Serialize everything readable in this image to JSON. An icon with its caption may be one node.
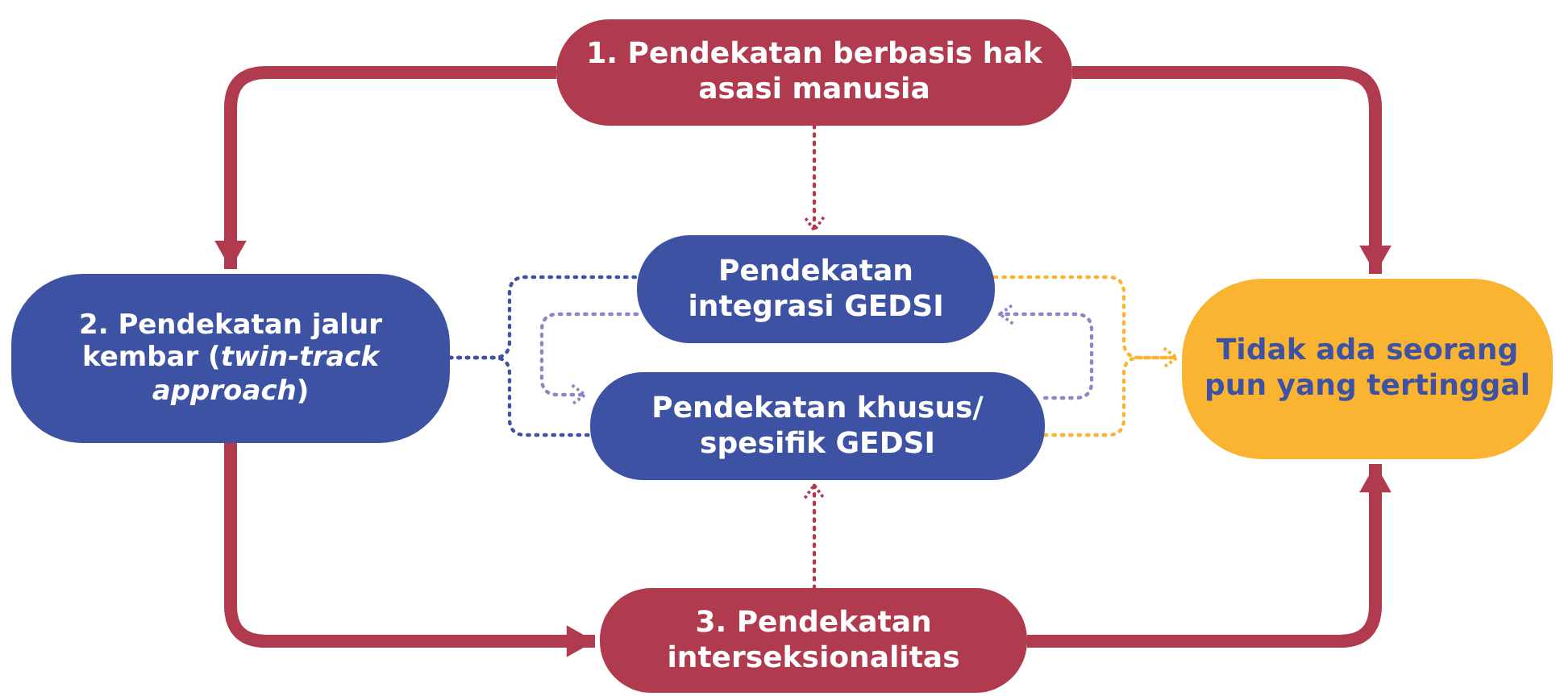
{
  "diagram": {
    "nodes": [
      {
        "text": [
          "1. Pendekatan berbasis hak asasi manusia"
        ]
      },
      {
        "text": [
          "2. Pendekatan jalur kembar (*twin-track approach*)"
        ]
      },
      {
        "text": [
          "Pendekatan integrasi GEDSI"
        ]
      },
      {
        "text": [
          "Pendekatan khusus/ spesifik GEDSI"
        ]
      },
      {
        "text": [
          "Tidak ada seorang pun yang tertinggal"
        ]
      },
      {
        "text": [
          "3. Pendekatan interseksionalitas"
        ]
      }
    ],
    "edges": [
      {
        "from": 0,
        "to": 1,
        "arrow": "to",
        "style": "thick"
      },
      {
        "from": 0,
        "to": 4,
        "arrow": "to",
        "style": "thick"
      },
      {
        "from": 1,
        "to": 5,
        "arrow": "to",
        "style": "thick"
      },
      {
        "from": 5,
        "to": 4,
        "arrow": "to",
        "style": "thick"
      },
      {
        "from": 0,
        "to": 2,
        "arrow": "to",
        "style": "dashed"
      },
      {
        "from": 5,
        "to": 3,
        "arrow": "to",
        "style": "dashed"
      },
      {
        "from": 1,
        "to": 2,
        "arrow": "none",
        "style": "dashed",
        "color": "#3e52a3"
      },
      {
        "from": 1,
        "to": 3,
        "arrow": "none",
        "style": "dashed",
        "color": "#3e52a3"
      },
      {
        "from": 2,
        "to": 3,
        "arrow": "to",
        "style": "dashed",
        "color": "#8b86c6"
      },
      {
        "from": 3,
        "to": 2,
        "arrow": "to",
        "style": "dashed",
        "color": "#8b86c6"
      },
      {
        "from": 2,
        "to": 4,
        "arrow": "to",
        "style": "dashed",
        "color": "#fbb431"
      },
      {
        "from": 3,
        "to": 4,
        "arrow": "to",
        "style": "dashed",
        "color": "#fbb431"
      }
    ]
  }
}
